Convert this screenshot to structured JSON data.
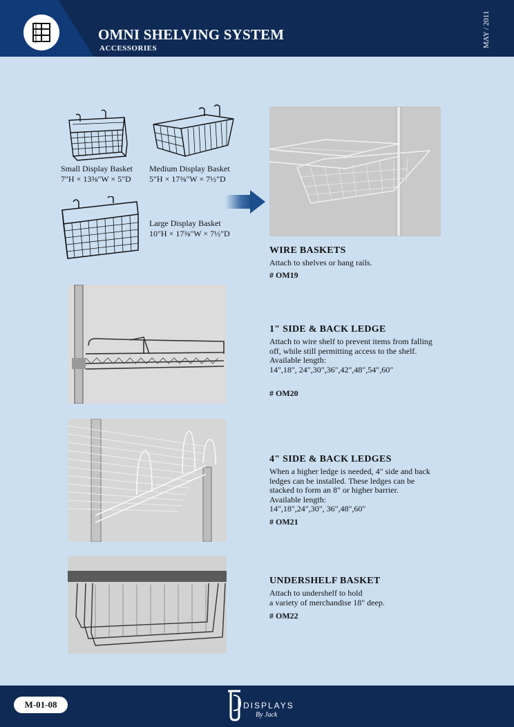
{
  "header": {
    "title": "OMNI SHELVING SYSTEM",
    "subtitle": "ACCESSORIES",
    "date": "MAY / 2011"
  },
  "baskets": {
    "small": {
      "name": "Small Display Basket",
      "dims": "7\"H × 13⅜\"W × 5\"D"
    },
    "medium": {
      "name": "Medium Display Basket",
      "dims": "5\"H × 17⅜\"W × 7½\"D"
    },
    "large": {
      "name": "Large Display Basket",
      "dims": "10\"H × 17⅜\"W × 7½\"D"
    }
  },
  "sections": [
    {
      "title": "WIRE BASKETS",
      "body": "Attach to shelves or hang rails.",
      "code": "# OM19"
    },
    {
      "title": "1\" SIDE & BACK LEDGE",
      "body": "Attach to wire shelf to prevent items from falling off, while still permitting access to the shelf.",
      "avail": "Available length:",
      "lengths": "14\",18\", 24\",30\",36\",42\",48\",54\",60\"",
      "code": "# OM20"
    },
    {
      "title": "4\" SIDE & BACK LEDGES",
      "body": "When a higher ledge is needed, 4\" side and back ledges can be installed. These ledges can be stacked to form an 8\" or higher barrier.",
      "avail": "Available length:",
      "lengths": "14\",18\",24\",30\", 36\",48\",60\"",
      "code": "# OM21"
    },
    {
      "title": "UNDERSHELF BASKET",
      "body1": "Attach to undershelf to hold",
      "body2": "a variety of merchandise 18\" deep.",
      "code": "# OM22"
    }
  ],
  "footer": {
    "page": "M-01-08",
    "brand": "DISPLAYS",
    "brand_sub": "By Jack"
  },
  "colors": {
    "background": "#ccdff1",
    "header": "#0f2a55",
    "accent": "#113a78",
    "arrow": "#1c4f8c"
  }
}
